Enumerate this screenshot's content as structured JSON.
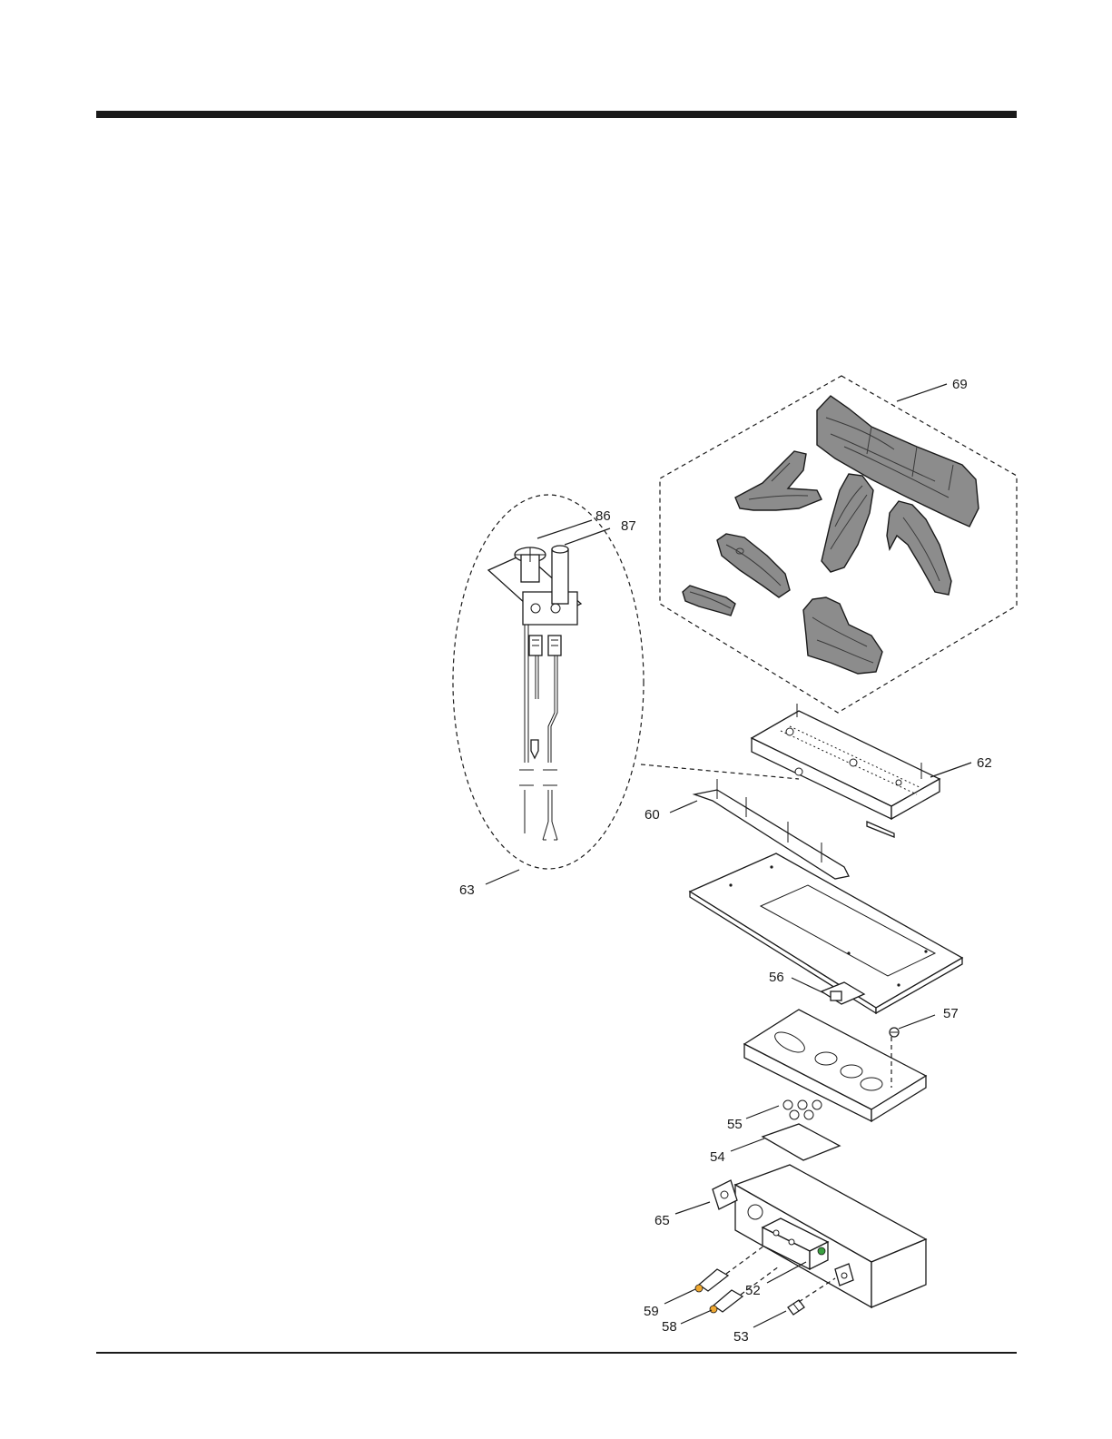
{
  "parts": {
    "p69": "69",
    "p86": "86",
    "p87": "87",
    "p62": "62",
    "p60": "60",
    "p63": "63",
    "p56": "56",
    "p57": "57",
    "p55": "55",
    "p54": "54",
    "p65": "65",
    "p52": "52",
    "p59": "59",
    "p58": "58",
    "p53": "53"
  },
  "colors": {
    "line": "#1a1a1a",
    "log_fill": "#8c8c8c",
    "highlight_orange": "#f0a830",
    "highlight_green": "#3aa040"
  }
}
